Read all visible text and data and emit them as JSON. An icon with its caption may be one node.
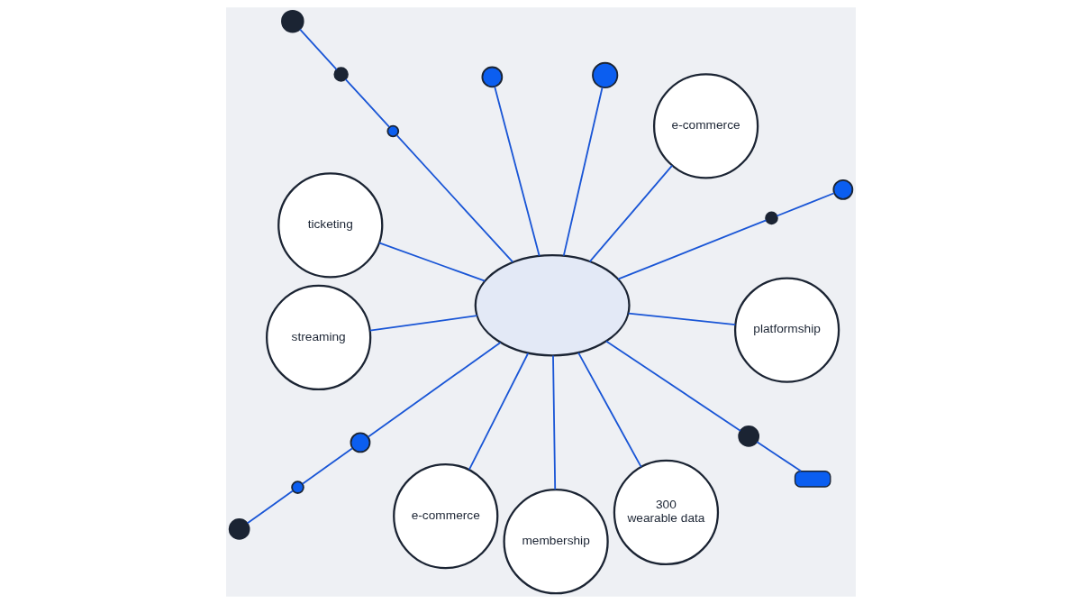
{
  "diagram": {
    "nodes": [
      {
        "text": [],
        "shape": "cloud"
      },
      {
        "text": [],
        "shape": "circle"
      },
      {
        "text": [],
        "shape": "circle"
      },
      {
        "text": [],
        "shape": "circle"
      },
      {
        "text": [],
        "shape": "circle"
      },
      {
        "text": [],
        "shape": "circle"
      },
      {
        "text": [
          "e-commerce"
        ]
      },
      {
        "text": [],
        "shape": "circle"
      },
      {
        "text": [],
        "shape": "circle"
      },
      {
        "text": [
          "platformship"
        ]
      },
      {
        "text": [],
        "shape": "circle"
      },
      {
        "text": [],
        "shape": "toggle"
      },
      {
        "text": [
          "300",
          "wearable data"
        ]
      },
      {
        "text": [
          "membership"
        ]
      },
      {
        "text": [
          "e-commerce"
        ]
      },
      {
        "text": [],
        "shape": "circle"
      },
      {
        "text": [],
        "shape": "circle"
      },
      {
        "text": [],
        "shape": "circle"
      },
      {
        "text": [
          "streaming"
        ]
      },
      {
        "text": [
          "ticketing"
        ]
      }
    ],
    "edges": [
      {
        "from": 0,
        "to": 3,
        "arrow": "none"
      },
      {
        "from": 3,
        "to": 2,
        "arrow": "none"
      },
      {
        "from": 2,
        "to": 1,
        "arrow": "none"
      },
      {
        "from": 0,
        "to": 4,
        "arrow": "none"
      },
      {
        "from": 0,
        "to": 5,
        "arrow": "none"
      },
      {
        "from": 0,
        "to": 6,
        "arrow": "none"
      },
      {
        "from": 0,
        "to": 8,
        "arrow": "none"
      },
      {
        "from": 8,
        "to": 7,
        "arrow": "none"
      },
      {
        "from": 0,
        "to": 9,
        "arrow": "none"
      },
      {
        "from": 0,
        "to": 10,
        "arrow": "none"
      },
      {
        "from": 10,
        "to": 11,
        "arrow": "none"
      },
      {
        "from": 0,
        "to": 12,
        "arrow": "none"
      },
      {
        "from": 0,
        "to": 13,
        "arrow": "none"
      },
      {
        "from": 0,
        "to": 14,
        "arrow": "none"
      },
      {
        "from": 0,
        "to": 15,
        "arrow": "none"
      },
      {
        "from": 15,
        "to": 16,
        "arrow": "none"
      },
      {
        "from": 16,
        "to": 17,
        "arrow": "none"
      },
      {
        "from": 0,
        "to": 18,
        "arrow": "none"
      },
      {
        "from": 0,
        "to": 19,
        "arrow": "none"
      }
    ]
  }
}
